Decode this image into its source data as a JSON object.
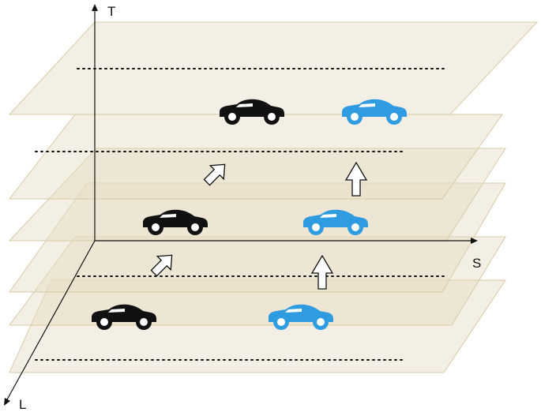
{
  "axes": {
    "time_label": "T",
    "space_label": "S",
    "lateral_label": "L"
  },
  "colors": {
    "plane_fill": "#e7dcc4",
    "plane_edge": "#d8c9a6",
    "ego_car": "#111111",
    "other_car": "#2f9be0"
  },
  "layers": [
    {
      "index": 0,
      "cars": [
        "black",
        "blue"
      ]
    },
    {
      "index": 1,
      "cars": [
        "black",
        "blue"
      ]
    },
    {
      "index": 2,
      "cars": [
        "black",
        "blue"
      ]
    }
  ],
  "motion_arrows": [
    {
      "car": "black",
      "direction": "diagonal"
    },
    {
      "car": "blue",
      "direction": "up"
    }
  ]
}
